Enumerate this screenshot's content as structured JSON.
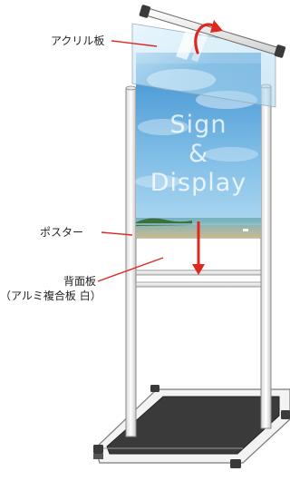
{
  "labels": {
    "acrylic": "アクリル板",
    "poster": "ポスター",
    "backboard_line1": "背面板",
    "backboard_line2": "（アルミ複合板 白）"
  },
  "poster_text": {
    "line1": "Sign",
    "line2": "&",
    "line3": "Display"
  },
  "colors": {
    "arrow": "#e0271f",
    "callout_line": "#e0271f",
    "frame": "#f2f2f2",
    "frame_outline": "#8a8a8a",
    "base_mat": "#3a3a3a",
    "sky_top": "#3b8fd0",
    "sky_bottom": "#a9d4ef",
    "sea": "#5fa7b9"
  }
}
